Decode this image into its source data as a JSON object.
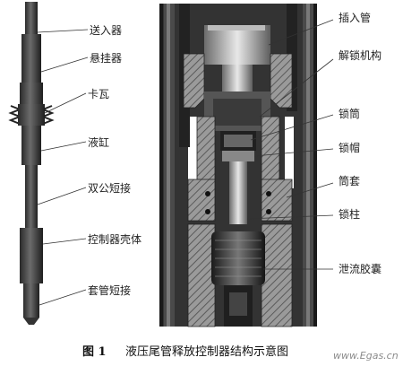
{
  "figure": {
    "caption_number": "图 1",
    "caption_text": "液压尾管释放控制器结构示意图",
    "watermark": "www.Egas.cn"
  },
  "left_labels": [
    {
      "key": "feed",
      "text": "送入器"
    },
    {
      "key": "hanger",
      "text": "悬挂器"
    },
    {
      "key": "slip",
      "text": "卡瓦"
    },
    {
      "key": "cylinder",
      "text": "液缸"
    },
    {
      "key": "double_pin",
      "text": "双公短接"
    },
    {
      "key": "controller_shell",
      "text": "控制器壳体"
    },
    {
      "key": "casing_sub",
      "text": "套管短接"
    }
  ],
  "right_labels": [
    {
      "key": "insert_pipe",
      "text": "插入管"
    },
    {
      "key": "unlock_mech",
      "text": "解锁机构"
    },
    {
      "key": "lock_sleeve",
      "text": "锁筒"
    },
    {
      "key": "lock_cap",
      "text": "锁帽"
    },
    {
      "key": "sleeve",
      "text": "筒套"
    },
    {
      "key": "lock_post",
      "text": "锁柱"
    },
    {
      "key": "drain_bag",
      "text": "泄流胶囊"
    }
  ]
}
